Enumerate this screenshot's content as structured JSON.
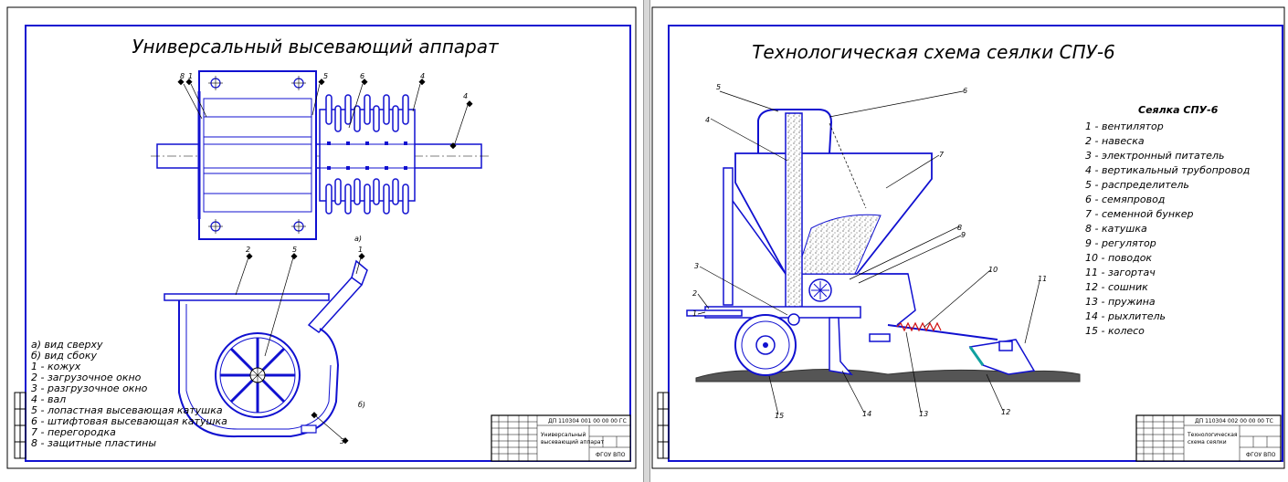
{
  "left_sheet": {
    "title": "Универсальный высевающий аппарат",
    "view_a_label": "а)",
    "view_b_label": "б)",
    "legend": [
      "а) вид сверху",
      "б) вид сбоку",
      "1 - кожух",
      "2 - загрузочное окно",
      "3 - разгрузочное окно",
      "4 - вал",
      "5 - лопастная высевающая катушка",
      "6 - штифтовая высевающая катушка",
      "7 - перегородка",
      "8 - защитные пластины"
    ],
    "callouts_top": [
      "8",
      "1",
      "5",
      "6",
      "4"
    ],
    "callouts_side": [
      "2",
      "5",
      "1",
      "3"
    ],
    "stamp_text": [
      "ДП 110304 001 00 00 00 ГС",
      "Универсальный",
      "высевающий аппарат",
      "ФГОУ ВПО"
    ]
  },
  "right_sheet": {
    "title": "Технологическая схема сеялки СПУ-6",
    "legend_title": "Сеялка СПУ-6",
    "legend": [
      "1 - вентилятор",
      "2 - навеска",
      "3 - электронный питатель",
      "4 - вертикальный трубопровод",
      "5 - распределитель",
      "6 - семяпровод",
      "7 - семенной бункер",
      "8 - катушка",
      "9 - регулятор",
      "10 - поводок",
      "11 - загортач",
      "12 - сошник",
      "13 - пружина",
      "14 - рыхлитель",
      "15 - колесо"
    ],
    "callouts": [
      "5",
      "6",
      "4",
      "7",
      "8",
      "9",
      "3",
      "2",
      "1",
      "10",
      "11",
      "15",
      "14",
      "13",
      "12"
    ],
    "stamp_text": [
      "ДП 110304 002 00 00 00 ТС",
      "Технологическая",
      "схема сеялки",
      "ФГОУ ВПО"
    ]
  },
  "colors": {
    "line": "#1010d0",
    "ink": "#000000",
    "soil": "#333333",
    "spring": "#d01010",
    "shoe": "#10a0a0"
  }
}
